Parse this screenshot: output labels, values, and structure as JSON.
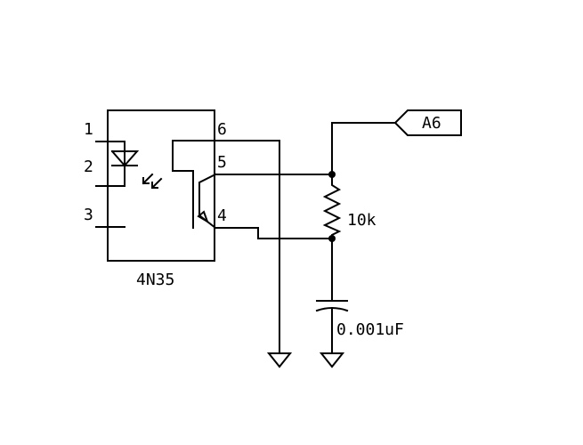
{
  "schematic": {
    "ic": {
      "part_label": "4N35",
      "pins": {
        "p1": "1",
        "p2": "2",
        "p3": "3",
        "p4": "4",
        "p5": "5",
        "p6": "6"
      }
    },
    "resistor": {
      "value": "10k"
    },
    "capacitor": {
      "value": "0.001uF"
    },
    "net_label": {
      "text": "A6"
    }
  }
}
